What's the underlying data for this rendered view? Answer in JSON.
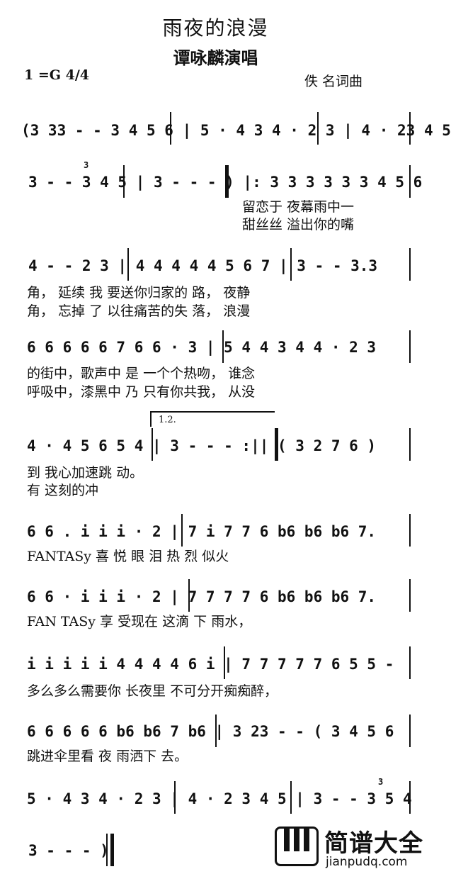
{
  "header": {
    "title": "雨夜的浪漫",
    "singer": "谭咏麟演唱",
    "key": "1 =G 4/4",
    "credit": "佚  名词曲"
  },
  "systems": [
    {
      "notes": "(3 33 - - 3 4 5 6 | 5 · 4 3 4 · 2 3 | 4 · 23 4 5",
      "lyrics": [
        "",
        ""
      ]
    },
    {
      "notes": "3 - - 3 4 5 | 3 - - - ) |: 3 3 3 3 3 3 4 5 6",
      "lyrics": [
        "留恋于  夜幕雨中一",
        "甜丝丝  溢出你的嘴"
      ]
    },
    {
      "notes": "4 - - 2 3 | 4 4 4 4 4 5 6 7 | 3 - - 3.3",
      "lyrics": [
        "角，  延续    我  要送你归家的    路，  夜静",
        "角，  忘掉    了  以往痛苦的失    落，  浪漫"
      ]
    },
    {
      "notes": "6 6 6 6 6 7 6 6 · 3 | 5 4 4 3 4 4 · 2 3",
      "lyrics": [
        "的街中，歌声中    是    一个个热吻，  谁念",
        "呼吸中，漆黑中    乃    只有你共我，  从没"
      ]
    },
    {
      "notes": "4 · 4 5 6 5 4 | 3 - - - :|| ( 3 2 7 6 )",
      "lyrics": [
        "到  我心加速跳    动。",
        "有  这刻的冲"
      ]
    },
    {
      "notes": "6 6 . i i i · 2 | 7 i 7 7 6 b6 b6 b6 7.",
      "lyrics": [
        "FANTASy 喜    悦 眼 泪 热 烈 似火"
      ]
    },
    {
      "notes": "6 6 · i i i · 2 | 7 7 7 7 6 b6 b6 b6 7.",
      "lyrics": [
        "FAN TASy  享    受现在  这滴 下 雨水，"
      ]
    },
    {
      "notes": "i i i i i 4 4 4 4 6 i | 7 7 7 7 7 6 5 5 -",
      "lyrics": [
        "多么多么需要你  长夜里    不可分开痴痴醉，"
      ]
    },
    {
      "notes": "6 6 6 6 6 b6 b6 7 b6 | 3 23 - - ( 3 4 5 6",
      "lyrics": [
        "跳进伞里看 夜 雨洒下    去。"
      ]
    },
    {
      "notes": "5 · 4 3 4 · 2 3 | 4 · 2 3 4 5 | 3 - - 3 5 4",
      "lyrics": [
        "",
        ""
      ]
    },
    {
      "notes": "3 - - - )",
      "lyrics": [
        "",
        ""
      ]
    }
  ],
  "volta_label": "1.2.",
  "triplet_mark": "3",
  "watermark": {
    "name": "简谱大全",
    "url": "jianpudq.com"
  }
}
